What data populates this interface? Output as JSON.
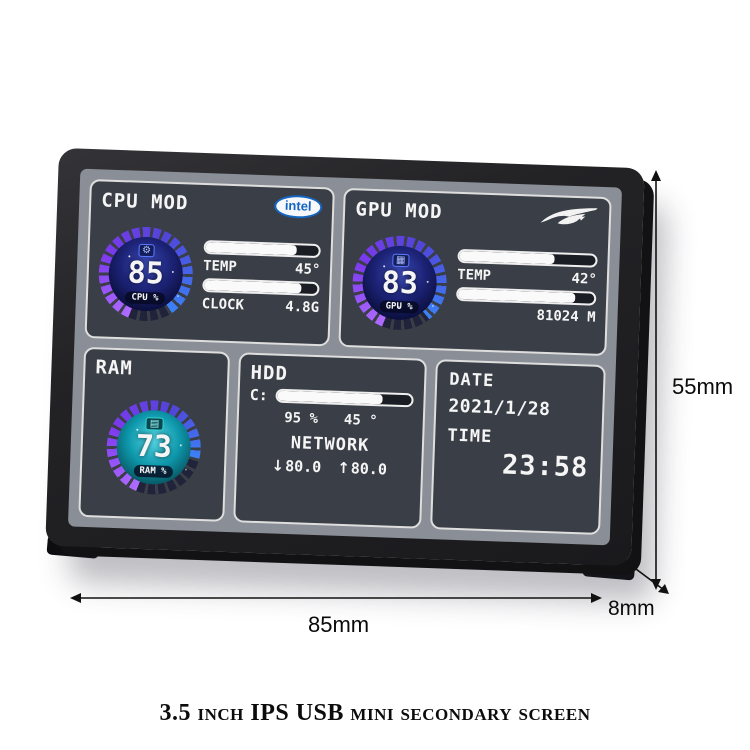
{
  "screen": {
    "cpu": {
      "title": "CPU MOD",
      "badge": "intel",
      "value": "85",
      "value_label": "CPU %",
      "gauge_pct": 85,
      "temp_label": "TEMP",
      "temp_value": "45°",
      "temp_bar_pct": 80,
      "clock_label": "CLOCK",
      "clock_value": "4.8G",
      "clock_bar_pct": 86
    },
    "gpu": {
      "title": "GPU MOD",
      "value": "83",
      "value_label": "GPU %",
      "gauge_pct": 83,
      "temp_label": "TEMP",
      "temp_value": "42°",
      "temp_bar_pct": 70,
      "mem_value": "81024 M",
      "mem_bar_pct": 86
    },
    "ram": {
      "title": "RAM",
      "value": "73",
      "value_label": "RAM %",
      "gauge_pct": 73
    },
    "hdd": {
      "title": "HDD",
      "drive_label": "C:",
      "usage_bar_pct": 78,
      "usage_value": "95 %",
      "temp_value": "45 °",
      "network_title": "NETWORK",
      "download_value": "80.0",
      "upload_value": "80.0"
    },
    "datetime": {
      "date_label": "DATE",
      "date_value": "2021/1/28",
      "time_label": "TIME",
      "time_value": "23:58"
    }
  },
  "icons": {
    "cpu_gear": "⚙",
    "gpu_chip": "▦",
    "ram_chip": "▤",
    "down_arrow": "↓",
    "up_arrow": "↑"
  },
  "dimensions": {
    "height": "55mm",
    "width": "85mm",
    "depth": "8mm"
  },
  "caption": "3.5 inch IPS USB mini secondary screen",
  "colors": {
    "accent_purple": "#7c3aed",
    "accent_blue": "#3b82f6",
    "gauge_inner_blue": "#1d2478",
    "gauge_inner_teal": "#0e97ab",
    "panel_bg": "#3a3e46",
    "screen_bg": "#8a8e96",
    "device_frame": "#1a1a1d",
    "intel_blue": "#1565c0"
  }
}
